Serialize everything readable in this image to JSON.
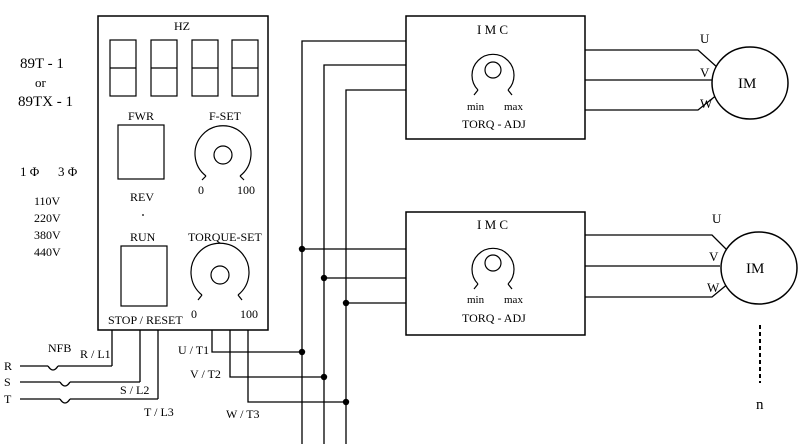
{
  "model": {
    "line1": "89T - 1",
    "line2": "or",
    "line3": "89TX - 1"
  },
  "phase": {
    "single": "1 Φ",
    "three": "3 Φ"
  },
  "voltages": [
    "110V",
    "220V",
    "380V",
    "440V"
  ],
  "controller": {
    "display_label": "HZ",
    "fwr_label": "FWR",
    "rev_label": "REV",
    "fset_label": "F-SET",
    "fset_min": "0",
    "fset_max": "100",
    "run_label": "RUN",
    "stop_label": "STOP / RESET",
    "torque_label": "TORQUE-SET",
    "torque_min": "0",
    "torque_max": "100"
  },
  "inputs": {
    "r": "R",
    "s": "S",
    "t": "T",
    "nfb": "NFB",
    "l1": "R / L1",
    "l2": "S / L2",
    "l3": "T / L3"
  },
  "outputs": {
    "t1": "U / T1",
    "t2": "V / T2",
    "t3": "W / T3"
  },
  "imc": {
    "title": "I M C",
    "min": "min",
    "max": "max",
    "adj": "TORQ - ADJ"
  },
  "motor": {
    "label": "IM",
    "u": "U",
    "v": "V",
    "w": "W"
  },
  "n_label": "n"
}
